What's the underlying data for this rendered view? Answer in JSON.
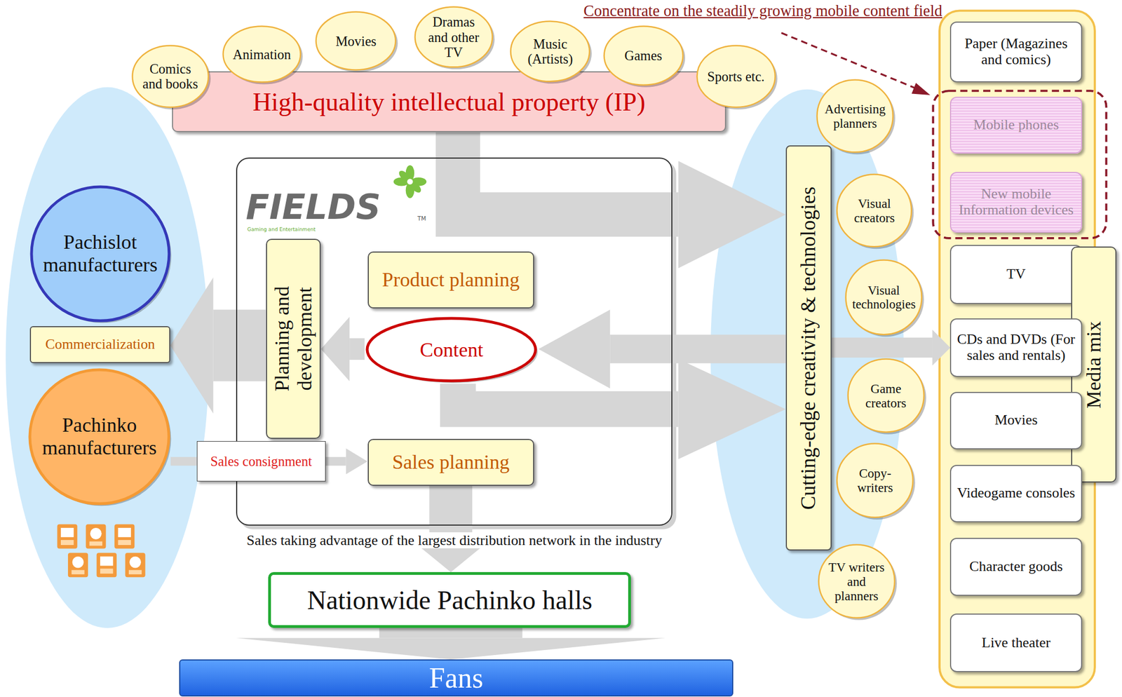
{
  "diagram": {
    "nodes": [
      {
        "text": [
          "High-quality intellectual property (IP)"
        ]
      },
      {
        "text": [
          "Comics and books"
        ]
      },
      {
        "text": [
          "Animation"
        ]
      },
      {
        "text": [
          "Movies"
        ]
      },
      {
        "text": [
          "Dramas and other TV"
        ]
      },
      {
        "text": [
          "Music (Artists)"
        ]
      },
      {
        "text": [
          "Games"
        ]
      },
      {
        "text": [
          "Sports etc."
        ]
      },
      {
        "text": [
          "FIELDS",
          "TM",
          "Gaming and Entertainment"
        ]
      },
      {
        "text": [
          "Planning and development"
        ],
        "in": 8
      },
      {
        "text": [
          "Product planning"
        ],
        "in": 8
      },
      {
        "text": [
          "Content"
        ],
        "in": 8
      },
      {
        "text": [
          "Sales planning"
        ],
        "in": 8
      },
      {
        "text": [
          "Pachislot manufacturers"
        ]
      },
      {
        "text": [
          "Commercialization"
        ]
      },
      {
        "text": [
          "Pachinko manufacturers"
        ]
      },
      {
        "text": [
          "Sales consignment"
        ]
      },
      {
        "text": [
          "Nationwide Pachinko halls"
        ]
      },
      {
        "text": [
          "Fans"
        ]
      },
      {
        "text": [
          "Cutting-edge creativity & technologies"
        ]
      },
      {
        "text": [
          "Advertising planners"
        ]
      },
      {
        "text": [
          "Visual creators"
        ]
      },
      {
        "text": [
          "Visual technologies"
        ]
      },
      {
        "text": [
          "Game creators"
        ]
      },
      {
        "text": [
          "Copy- writers"
        ]
      },
      {
        "text": [
          "TV writers and planners"
        ]
      },
      {
        "text": [
          "Paper (Magazines and comics)"
        ]
      },
      {
        "text": [
          "Mobile phones"
        ]
      },
      {
        "text": [
          "New mobile Information devices"
        ]
      },
      {
        "text": [
          "TV"
        ]
      },
      {
        "text": [
          "Media mix"
        ]
      },
      {
        "text": [
          "CDs and DVDs (For sales and rentals)"
        ]
      },
      {
        "text": [
          "Movies"
        ]
      },
      {
        "text": [
          "Videogame consoles"
        ]
      },
      {
        "text": [
          "Character goods"
        ]
      },
      {
        "text": [
          "Live theater"
        ]
      }
    ],
    "edges": [
      {
        "from": 0,
        "to": 19,
        "arrow": "to"
      },
      {
        "from": 19,
        "to": 11,
        "arrow": "to"
      },
      {
        "from": 11,
        "to": 9,
        "arrow": "to"
      },
      {
        "from": 9,
        "to": 14,
        "arrow": "to"
      },
      {
        "from": 11,
        "to": 19,
        "arrow": "to"
      },
      {
        "from": 15,
        "to": 16,
        "arrow": "none"
      },
      {
        "from": 16,
        "to": 12,
        "arrow": "to"
      },
      {
        "from": 12,
        "to": 17,
        "arrow": "to"
      },
      {
        "from": 17,
        "to": 18,
        "arrow": "to"
      },
      {
        "from": 19,
        "to": 31,
        "arrow": "to"
      }
    ],
    "labels": [
      "Concentrate on the steadily growing mobile content field",
      "Sales taking advantage of the largest distribution network in the industry"
    ]
  }
}
